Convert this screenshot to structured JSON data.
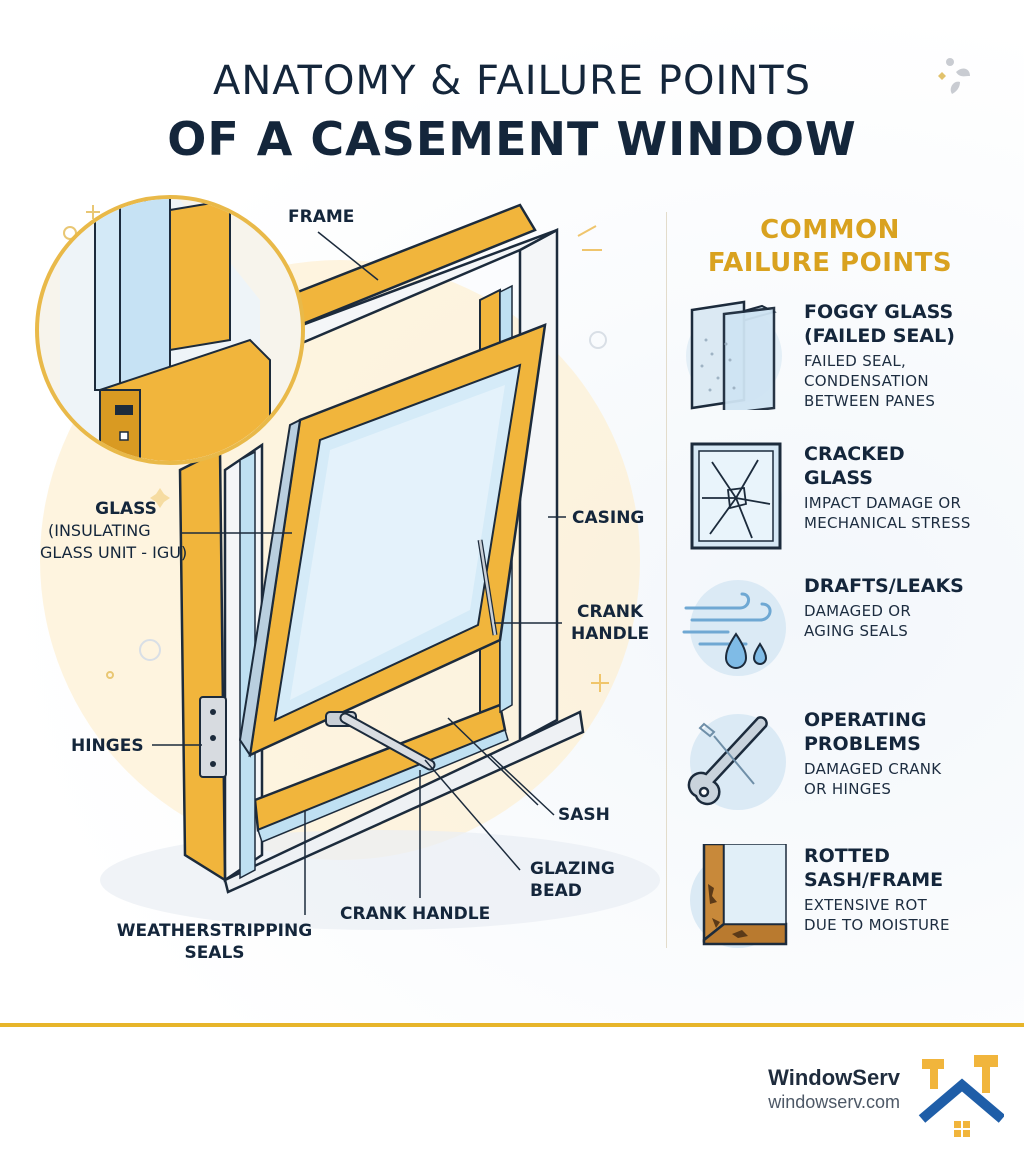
{
  "title": {
    "line1": "ANATOMY & FAILURE POINTS",
    "line2": "OF A CASEMENT WINDOW"
  },
  "anatomy": {
    "frame": "FRAME",
    "glass": "GLASS",
    "glass_sub_1": "(INSULATING",
    "glass_sub_2": "GLASS UNIT - IGU)",
    "casing": "CASING",
    "crank_handle_right_1": "CRANK",
    "crank_handle_right_2": "HANDLE",
    "hinges": "HINGES",
    "sash": "SASH",
    "glazing_bead_1": "GLAZING",
    "glazing_bead_2": "BEAD",
    "crank_handle_bottom": "CRANK HANDLE",
    "weatherstripping_1": "WEATHERSTRIPPING",
    "weatherstripping_2": "SEALS"
  },
  "failure_points": {
    "heading_1": "COMMON",
    "heading_2": "FAILURE POINTS",
    "items": [
      {
        "title": "FOGGY GLASS\n(FAILED SEAL)",
        "desc": "FAILED SEAL,\nCONDENSATION\nBETWEEN PANES",
        "icon": "foggy-glass-icon"
      },
      {
        "title": "CRACKED\nGLASS",
        "desc": "IMPACT DAMAGE OR\nMECHANICAL STRESS",
        "icon": "cracked-glass-icon"
      },
      {
        "title": "DRAFTS/LEAKS",
        "desc": "DAMAGED OR\nAGING SEALS",
        "icon": "draft-leak-icon"
      },
      {
        "title": "OPERATING\nPROBLEMS",
        "desc": "DAMAGED CRANK\nOR HINGES",
        "icon": "wrench-icon"
      },
      {
        "title": "ROTTED\nSASH/FRAME",
        "desc": "EXTENSIVE ROT\nDUE TO MOISTURE",
        "icon": "rotted-wood-icon"
      }
    ]
  },
  "footer": {
    "brand": "WindowServ",
    "url": "windowserv.com"
  },
  "colors": {
    "navy": "#14263b",
    "gold": "#e7b52a",
    "wood": "#f0b43a",
    "glass": "#cfe6f5"
  }
}
